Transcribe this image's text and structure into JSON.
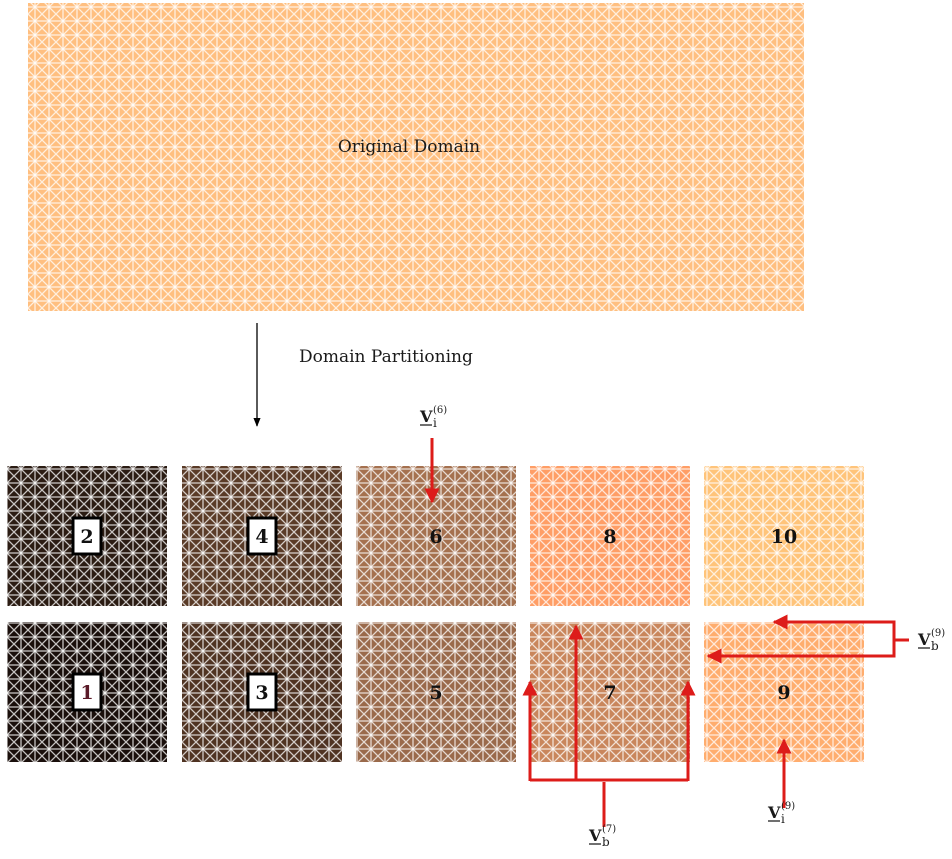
{
  "original": {
    "label": "Original Domain",
    "color": "#ffbf80"
  },
  "partition_label": "Domain Partitioning",
  "subdomains": [
    {
      "id": "1",
      "color": "#1a0f0b",
      "boxed": true,
      "text_color": "#5a1a28"
    },
    {
      "id": "2",
      "color": "#2b1c13",
      "boxed": true,
      "text_color": "#111111"
    },
    {
      "id": "3",
      "color": "#4f3322",
      "boxed": true,
      "text_color": "#111111"
    },
    {
      "id": "4",
      "color": "#5a3b27",
      "boxed": true,
      "text_color": "#111111"
    },
    {
      "id": "5",
      "color": "#9a6a4b",
      "boxed": false,
      "text_color": "#111111"
    },
    {
      "id": "6",
      "color": "#a5714f",
      "boxed": false,
      "text_color": "#111111"
    },
    {
      "id": "7",
      "color": "#c9865c",
      "boxed": false,
      "text_color": "#111111"
    },
    {
      "id": "8",
      "color": "#ff9e66",
      "boxed": false,
      "text_color": "#111111"
    },
    {
      "id": "9",
      "color": "#ffad6e",
      "boxed": false,
      "text_color": "#111111"
    },
    {
      "id": "10",
      "color": "#ffc47a",
      "boxed": false,
      "text_color": "#111111"
    }
  ],
  "annotations": {
    "vi6": {
      "sym": "V",
      "sub": "i",
      "sup": "(6)"
    },
    "vb7": {
      "sym": "V",
      "sub": "b",
      "sup": "(7)"
    },
    "vb9": {
      "sym": "V",
      "sub": "b",
      "sup": "(9)"
    },
    "vi9": {
      "sym": "V",
      "sub": "i",
      "sup": "(9)"
    }
  },
  "arrow_color": "#dd1c1a"
}
